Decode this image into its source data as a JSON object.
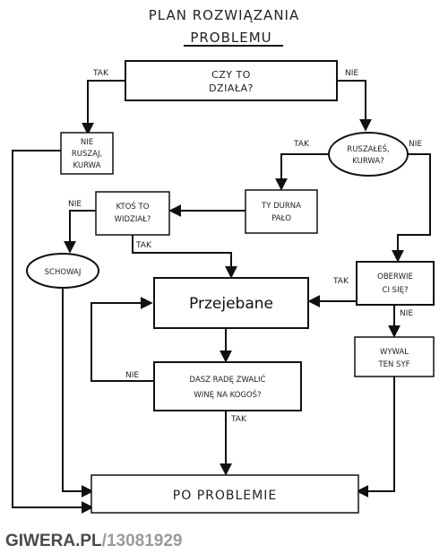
{
  "title": {
    "line1": "PLAN ROZWIĄZANIA",
    "line2": "PROBLEMU"
  },
  "nodes": {
    "czy_to_dziala": {
      "line1": "CZY TO",
      "line2": "DZIAŁA?"
    },
    "nie_ruszaj": {
      "line1": "NIE",
      "line2": "RUSZAJ,",
      "line3": "KURWA"
    },
    "ruszales": {
      "line1": "RUSZAŁEŚ,",
      "line2": "KURWA?"
    },
    "ty_durna_palo": {
      "line1": "TY DURNA",
      "line2": "PAŁO"
    },
    "ktos_to_widzial": {
      "line1": "KTOŚ TO",
      "line2": "WIDZIAŁ?"
    },
    "schowaj": {
      "line1": "SCHOWAJ"
    },
    "przejebane": {
      "line1": "Przejebane"
    },
    "oberwie_ci_sie": {
      "line1": "OBERWIE",
      "line2": "CI SIĘ?"
    },
    "wywal_ten_syf": {
      "line1": "WYWAL",
      "line2": "TEN SYF"
    },
    "dasz_rade": {
      "line1": "DASZ RADĘ ZWALIĆ",
      "line2": "WINĘ NA KOGOŚ?"
    },
    "po_problemie": {
      "line1": "PO PROBLEMIE"
    }
  },
  "edge_labels": {
    "czy_tak": "TAK",
    "czy_nie": "NIE",
    "ruszales_tak": "TAK",
    "ruszales_nie": "NIE",
    "ktos_nie": "NIE",
    "ktos_tak": "TAK",
    "oberwie_tak": "TAK",
    "oberwie_nie": "NIE",
    "dasz_nie": "NIE",
    "dasz_tak": "TAK"
  },
  "watermark": {
    "site": "GIWERA.PL",
    "id": "/13081929",
    "site_color": "#4a4a4a",
    "id_color": "#9a9a9a"
  }
}
